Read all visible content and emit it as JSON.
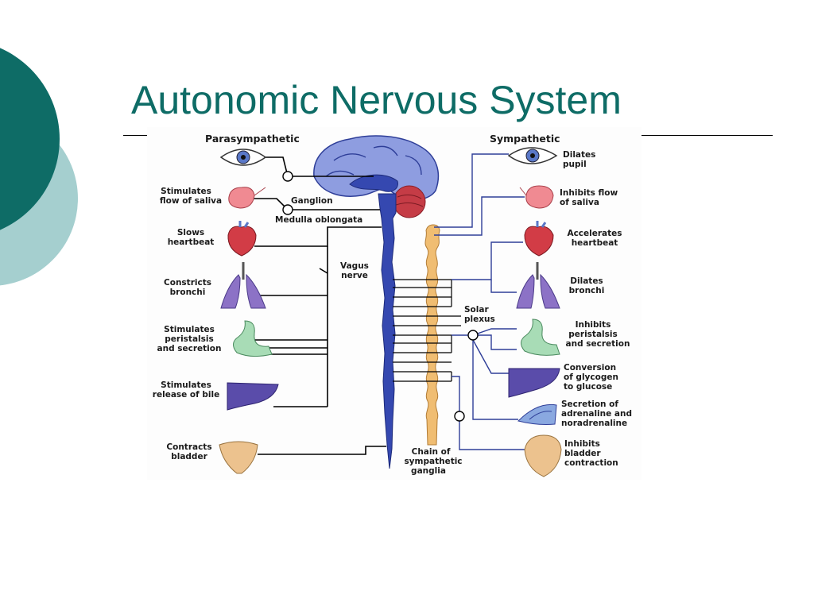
{
  "slide": {
    "title": "Autonomic Nervous System",
    "theme_colors": {
      "dark_teal": "#0e6c66",
      "light_teal": "#a5cfcf",
      "title": "#0e6c66"
    }
  },
  "diagram": {
    "parasympathetic": {
      "header": "Parasympathetic",
      "effects": [
        {
          "organ": "eye-icon",
          "lines": []
        },
        {
          "organ": "salivary-gland-icon",
          "lines": [
            "Stimulates",
            "flow of saliva"
          ]
        },
        {
          "organ": "heart-icon",
          "lines": [
            "Slows",
            "heartbeat"
          ]
        },
        {
          "organ": "lungs-icon",
          "lines": [
            "Constricts",
            "bronchi"
          ]
        },
        {
          "organ": "stomach-icon",
          "lines": [
            "Stimulates",
            "peristalsis",
            "and secretion"
          ]
        },
        {
          "organ": "liver-icon",
          "lines": [
            "Stimulates",
            "release of bile"
          ]
        },
        {
          "organ": "bladder-icon",
          "lines": [
            "Contracts",
            "bladder"
          ]
        }
      ]
    },
    "sympathetic": {
      "header": "Sympathetic",
      "effects": [
        {
          "organ": "eye-icon",
          "lines": [
            "Dilates",
            "pupil"
          ]
        },
        {
          "organ": "salivary-gland-icon",
          "lines": [
            "Inhibits flow",
            "of saliva"
          ]
        },
        {
          "organ": "heart-icon",
          "lines": [
            "Accelerates",
            "heartbeat"
          ]
        },
        {
          "organ": "lungs-icon",
          "lines": [
            "Dilates",
            "bronchi"
          ]
        },
        {
          "organ": "stomach-icon",
          "lines": [
            "Inhibits",
            "peristalsis",
            "and secretion"
          ]
        },
        {
          "organ": "liver-icon",
          "lines": [
            "Conversion",
            "of glycogen",
            "to glucose"
          ]
        },
        {
          "organ": "adrenal-gland-icon",
          "lines": [
            "Secretion of",
            "adrenaline and",
            "noradrenaline"
          ]
        },
        {
          "organ": "bladder-icon",
          "lines": [
            "Inhibits",
            "bladder",
            "contraction"
          ]
        }
      ]
    },
    "structures": {
      "ganglion": "Ganglion",
      "medulla": "Medulla oblongata",
      "vagus": [
        "Vagus",
        "nerve"
      ],
      "solar": [
        "Solar",
        "plexus"
      ],
      "chain": [
        "Chain of",
        "sympathetic",
        "ganglia"
      ]
    },
    "colors": {
      "nerve_blue": "#3548b0",
      "chain_orange": "#f0bd72",
      "heart_red": "#d23c46",
      "lung_purple": "#8c72c6",
      "stomach_green": "#a8dcb6",
      "liver_purple": "#5a4caa",
      "bladder_tan": "#ecc28e"
    }
  }
}
